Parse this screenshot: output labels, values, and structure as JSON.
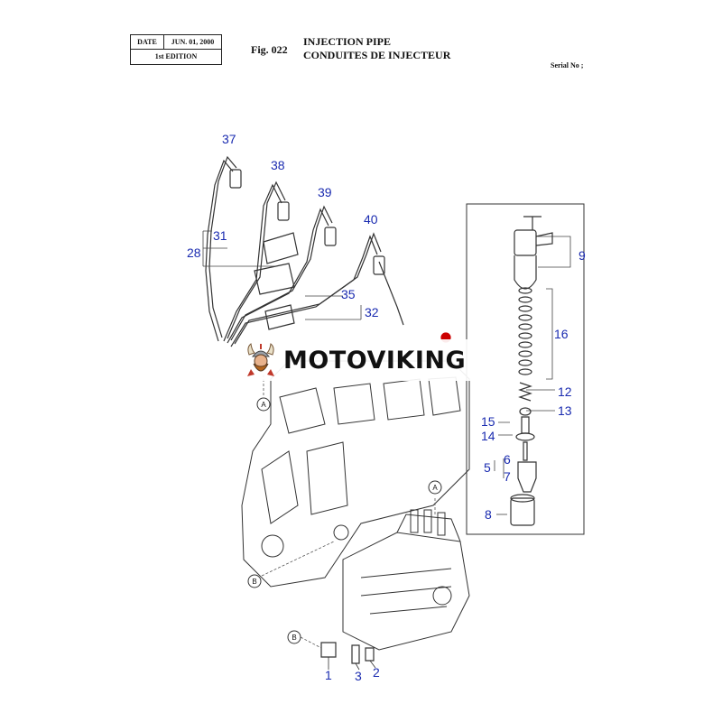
{
  "header": {
    "date_label": "DATE",
    "date_value": "JUN. 01, 2000",
    "edition": "1st EDITION",
    "fig": "Fig. 022",
    "title_en": "INJECTION PIPE",
    "title_fr": "CONDUITES DE INJECTEUR",
    "serial": "Serial No ;"
  },
  "watermark": {
    "text": "MOTOVIKING"
  },
  "callouts": [
    "37",
    "38",
    "39",
    "40",
    "31",
    "28",
    "35",
    "32",
    "9",
    "16",
    "12",
    "13",
    "15",
    "14",
    "6",
    "5",
    "7",
    "8",
    "1",
    "3",
    "2"
  ],
  "ref_markers": [
    "A",
    "A",
    "B",
    "B"
  ],
  "colors": {
    "callout": "#1a2bb0",
    "line": "#333333"
  }
}
